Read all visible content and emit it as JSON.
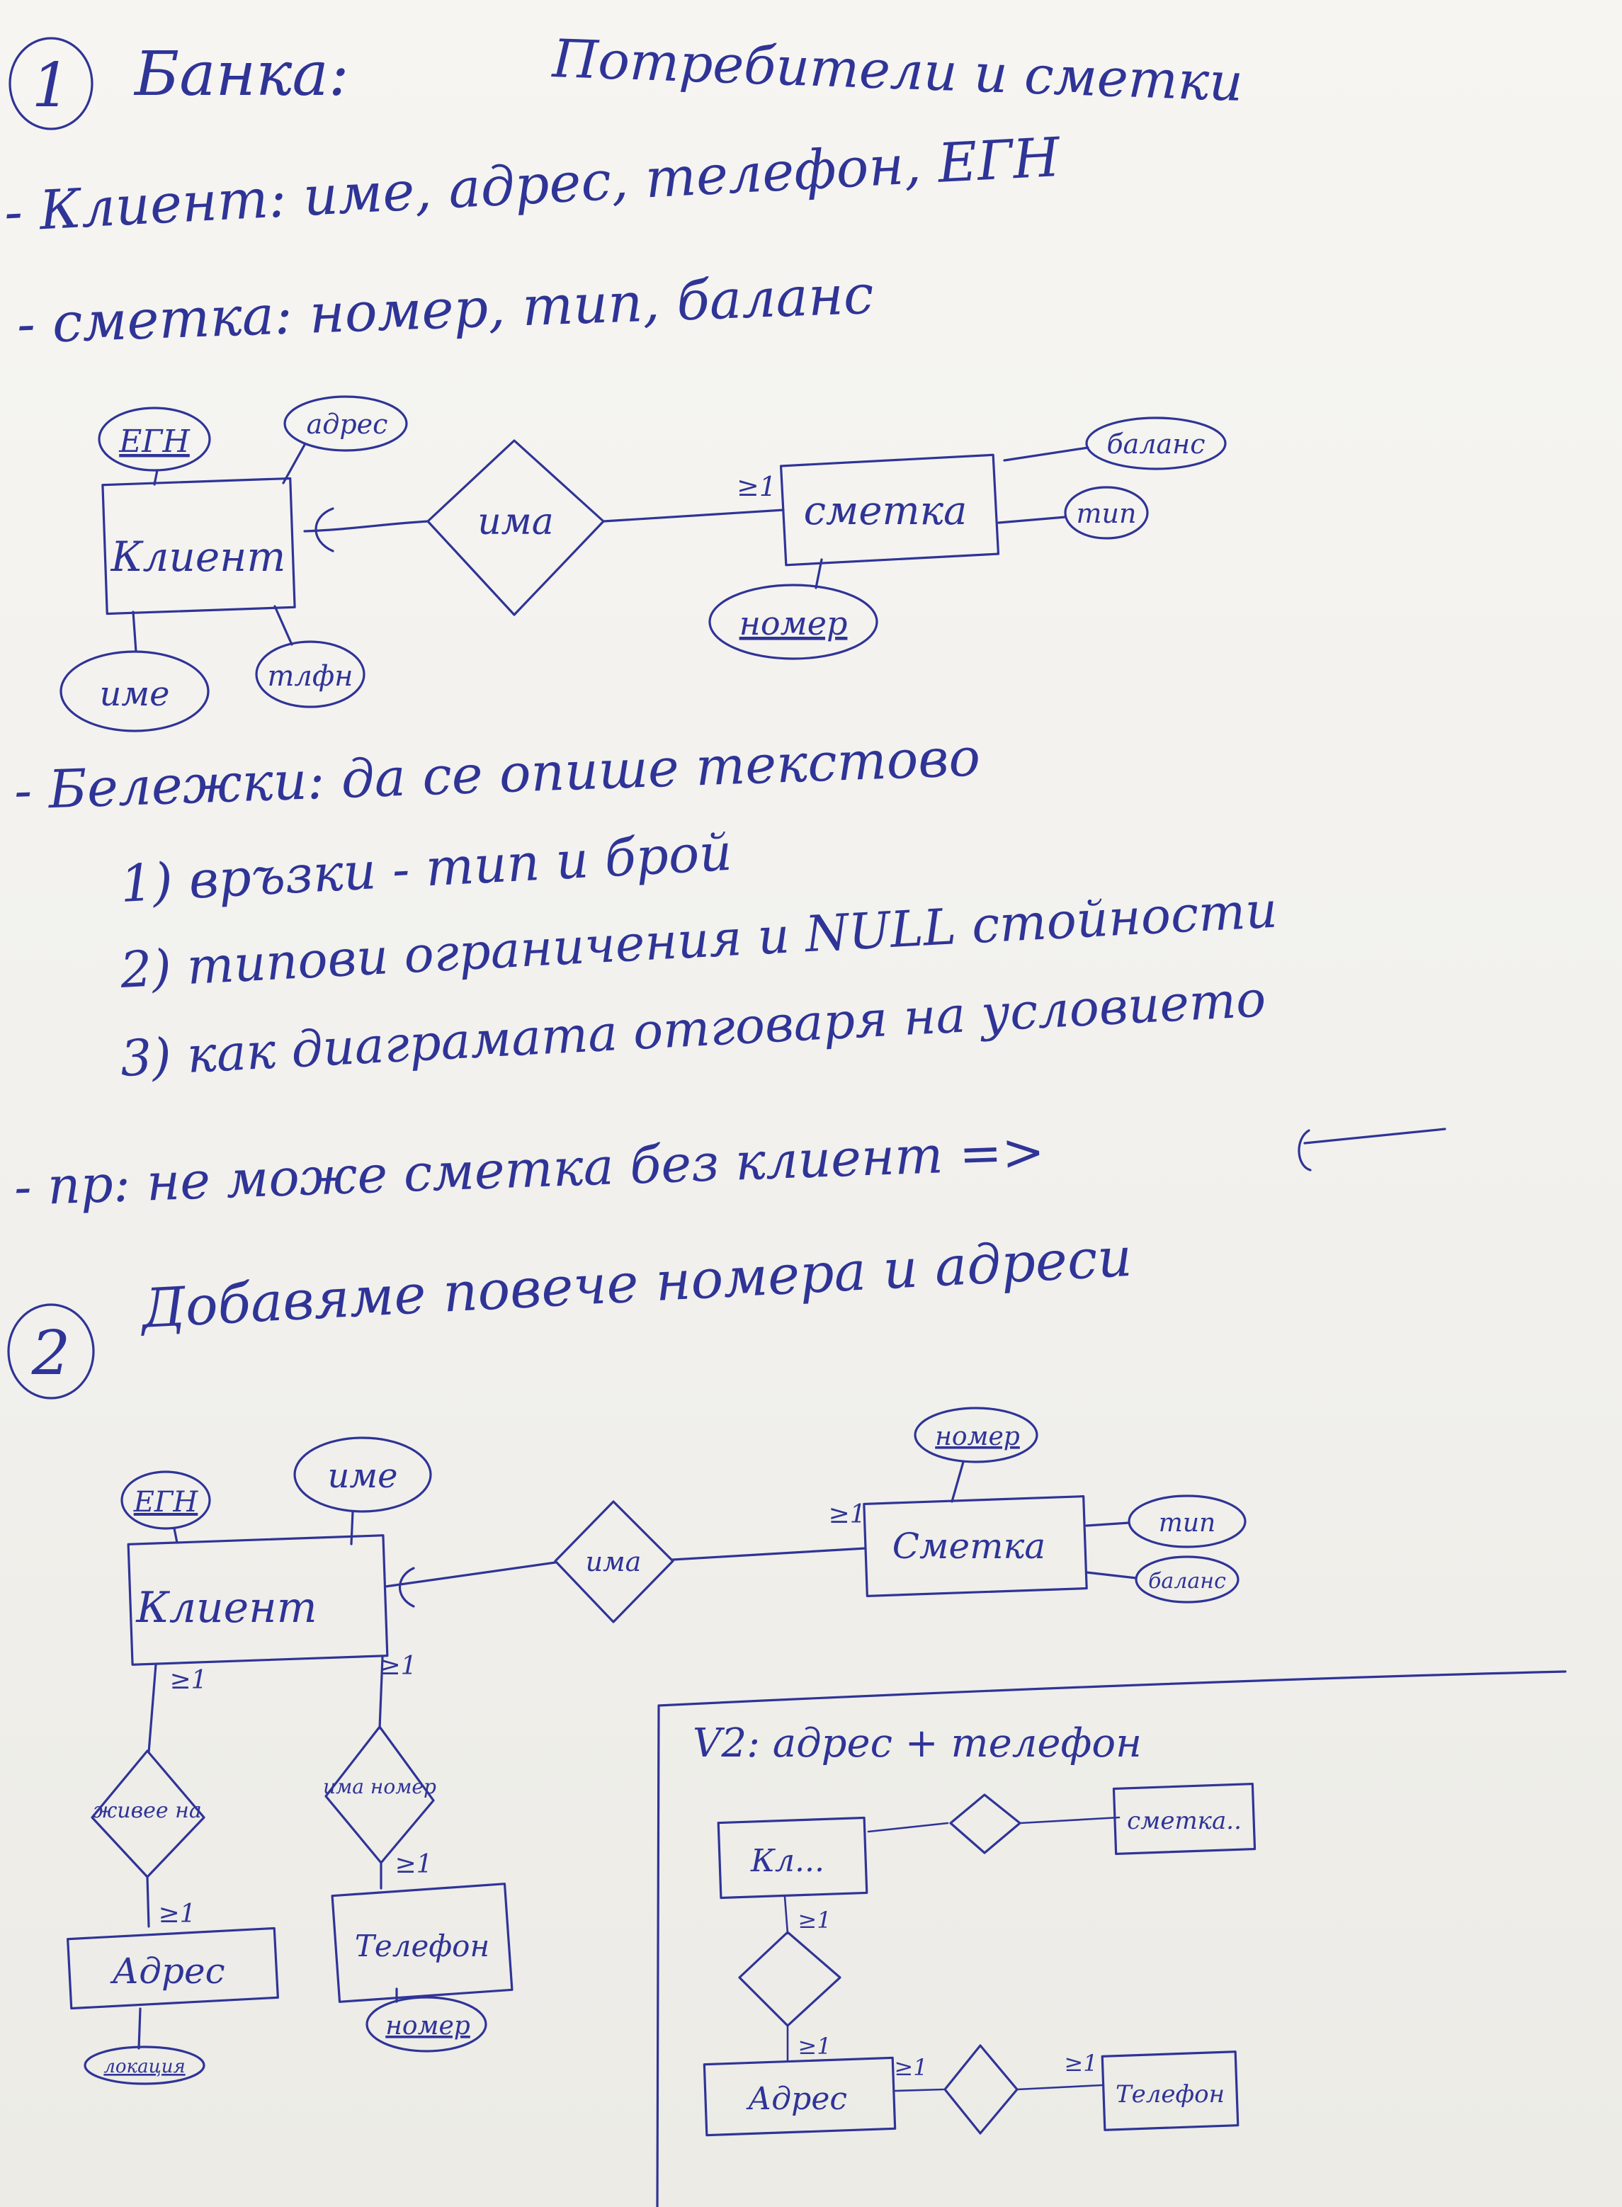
{
  "section1": {
    "number": "1",
    "title": "Банка:",
    "subtitle": "Потребители и сметки",
    "client_line": "- Клиент:  име, адрес, телефон, ЕГН",
    "account_line": "- сметка:  номер, тип, баланс"
  },
  "diagram1": {
    "entity_client": "Клиент",
    "entity_account": "сметка",
    "relationship": "има",
    "card_account": "≥1",
    "attr_egn": "ЕГН",
    "attr_address": "адрес",
    "attr_name": "име",
    "attr_phone": "тлфн",
    "attr_balance": "баланс",
    "attr_type": "тип",
    "attr_number": "номер"
  },
  "notes": {
    "heading": "- Бележки:  да се опише текстово",
    "item1": "1) връзки  - тип  и брой",
    "item2": "2) типови ограничения  и NULL стойности",
    "item3": "3) как диаграмата отговаря на условието",
    "example": "- пр:  не може сметка без клиент =>"
  },
  "section2": {
    "number": "2",
    "title": "Добавяме повече номера и адреси"
  },
  "diagram2": {
    "entity_client": "Клиент",
    "entity_account": "Сметка",
    "entity_address": "Адрес",
    "entity_phone": "Телефон",
    "rel_has": "има",
    "rel_lives": "живее на",
    "rel_has_number": "има номер",
    "card_account": "≥1",
    "card_client_left": "≥1",
    "card_client_right": "≥1",
    "card_address": "≥1",
    "card_phone": "≥1",
    "attr_egn": "ЕГН",
    "attr_name": "име",
    "attr_number": "номер",
    "attr_type": "тип",
    "attr_balance": "баланс",
    "attr_location": "локация",
    "attr_phone_number": "номер"
  },
  "v2": {
    "title": "V2: адрес + телефон",
    "entity_client": "Кл...",
    "entity_account": "сметка..",
    "entity_address": "Адрес",
    "entity_phone": "Телефон",
    "card_client": "≥1",
    "card_address": "≥1",
    "card_addr_right": "≥1",
    "card_phone": "≥1"
  }
}
